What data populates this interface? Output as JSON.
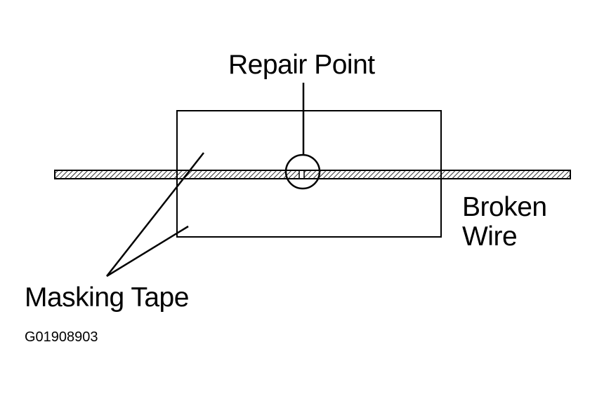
{
  "labels": {
    "repair_point": "Repair Point",
    "broken_wire_line1": "Broken",
    "broken_wire_line2": "Wire",
    "masking_tape": "Masking Tape",
    "figure_code": "G01908903"
  },
  "colors": {
    "ink": "#000000",
    "background": "#ffffff"
  }
}
